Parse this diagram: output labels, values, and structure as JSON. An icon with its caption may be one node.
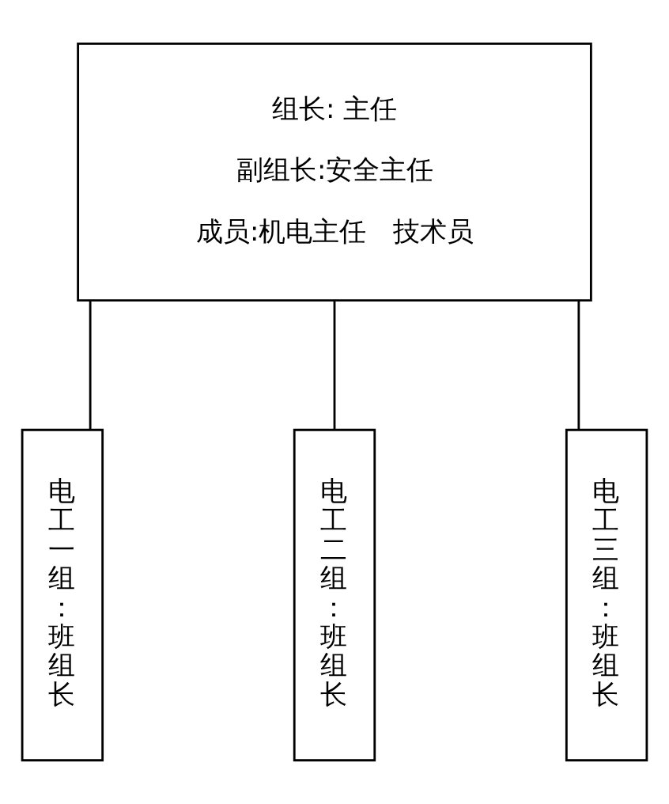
{
  "diagram": {
    "nodes": [
      {
        "text": [
          "组长: 主任",
          "副组长:安全主任",
          "成员:机电主任　技术员"
        ]
      },
      {
        "text": [
          "电工一组：班组长"
        ]
      },
      {
        "text": [
          "电工二组：班组长"
        ]
      },
      {
        "text": [
          "电工三组：班组长"
        ]
      }
    ],
    "edges": [
      {
        "from": 0,
        "to": 1,
        "arrow": "none"
      },
      {
        "from": 0,
        "to": 2,
        "arrow": "none"
      },
      {
        "from": 0,
        "to": 3,
        "arrow": "none"
      }
    ]
  }
}
